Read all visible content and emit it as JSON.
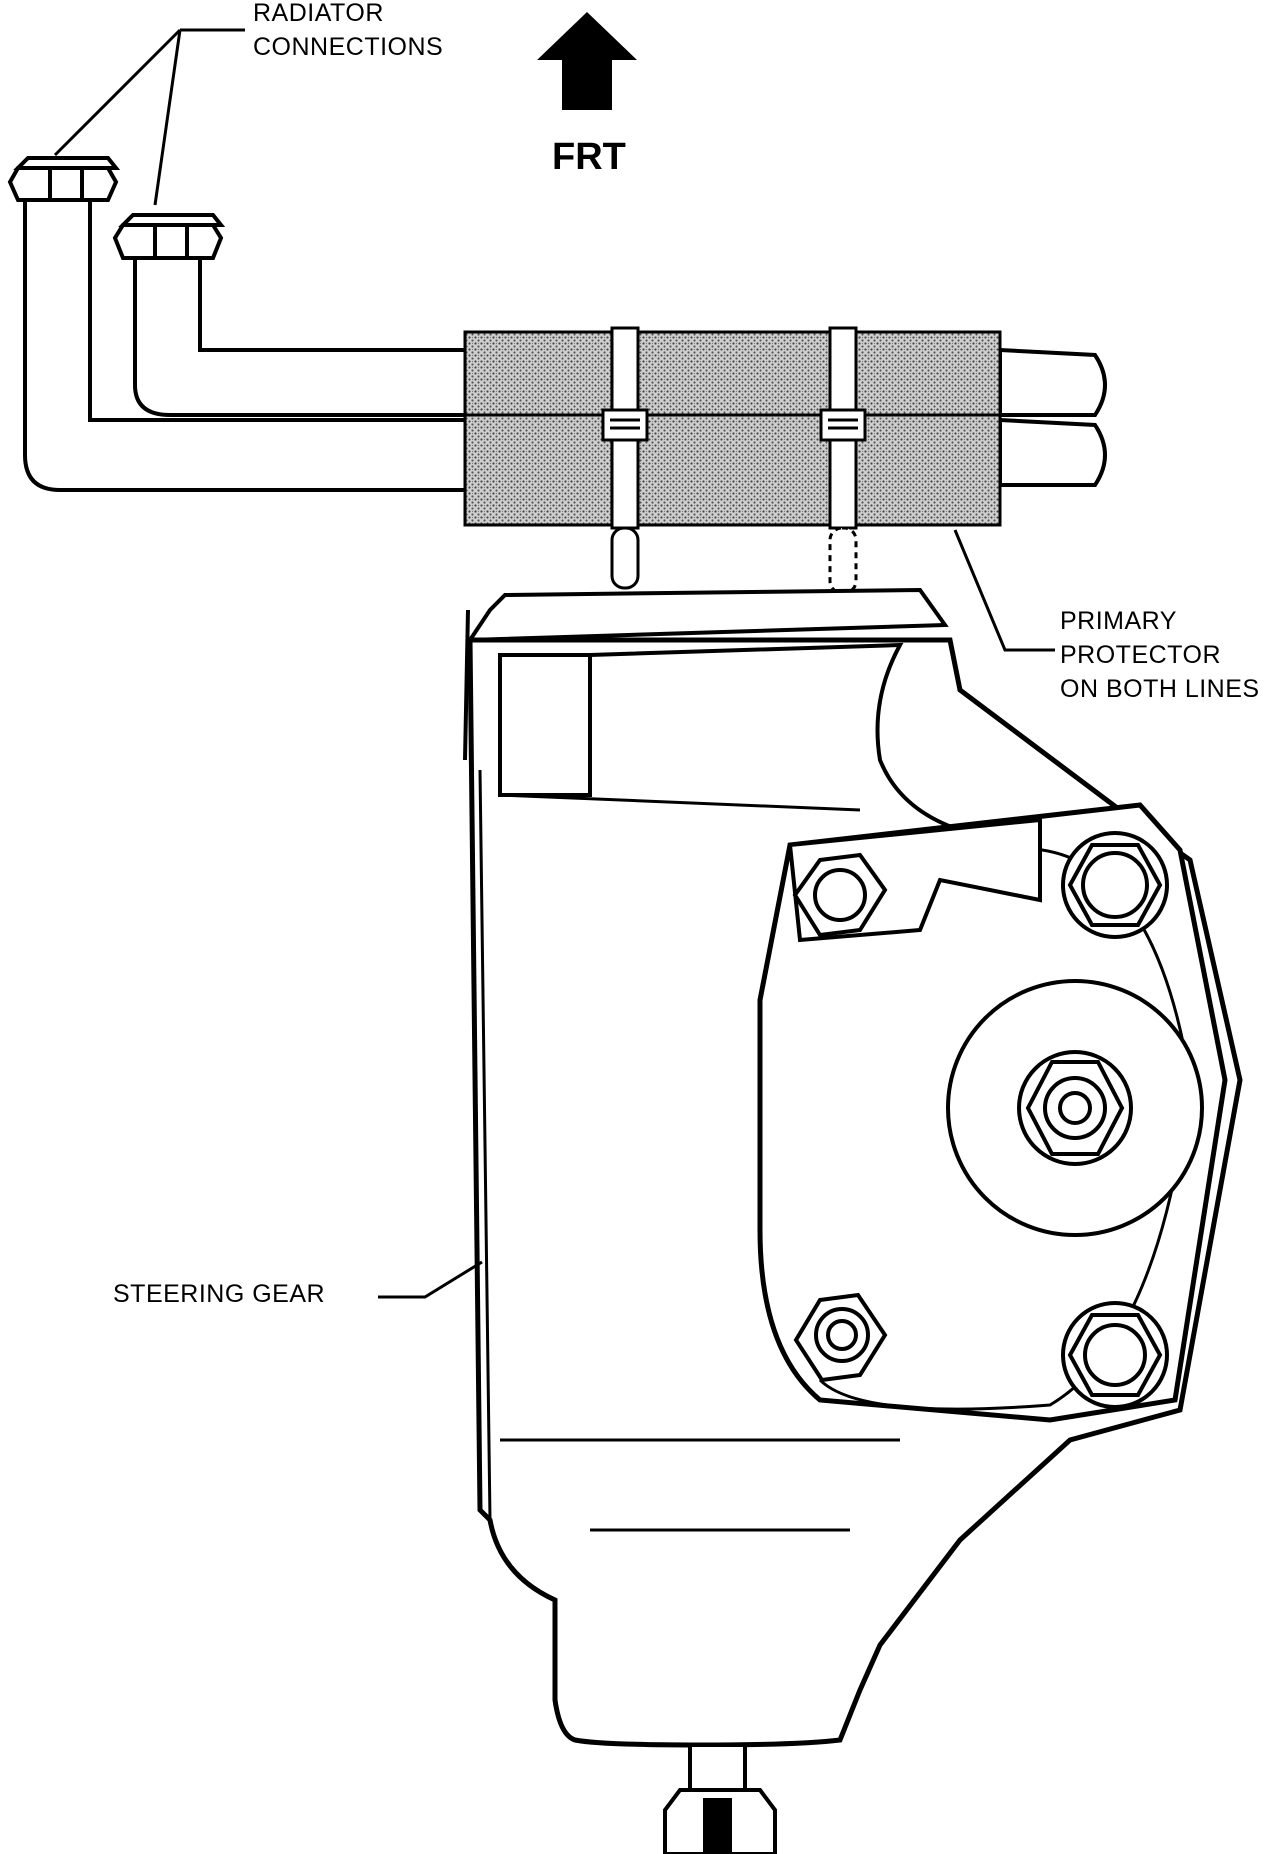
{
  "labels": {
    "radiator_line1": "RADIATOR",
    "radiator_line2": "CONNECTIONS",
    "front": "FRT",
    "protector_line1": "PRIMARY",
    "protector_line2": "PROTECTOR",
    "protector_line3": "ON BOTH LINES",
    "steering_gear": "STEERING GEAR"
  },
  "colors": {
    "ink": "#000000",
    "paper": "#ffffff",
    "protector_fill": "#bdbdbd"
  }
}
